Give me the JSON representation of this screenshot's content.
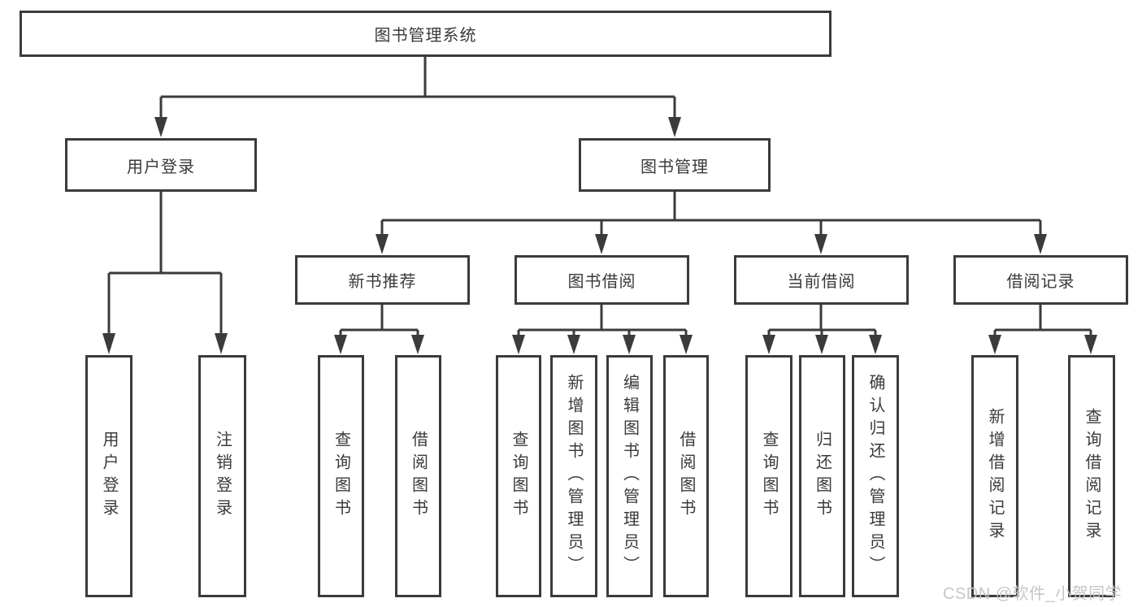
{
  "diagram": {
    "root": "图书管理系统",
    "branches": [
      {
        "label": "用户登录",
        "children": [
          "用户登录",
          "注销登录"
        ]
      },
      {
        "label": "图书管理",
        "groups": [
          {
            "label": "新书推荐",
            "children": [
              "查询图书",
              "借阅图书"
            ]
          },
          {
            "label": "图书借阅",
            "children": [
              "查询图书",
              "新增图书（管理员）",
              "编辑图书（管理员）",
              "借阅图书"
            ]
          },
          {
            "label": "当前借阅",
            "children": [
              "查询图书",
              "归还图书",
              "确认归还（管理员）"
            ]
          },
          {
            "label": "借阅记录",
            "children": [
              "新增借阅记录",
              "查询借阅记录"
            ]
          }
        ]
      }
    ]
  },
  "watermark": "CSDN @软件_小贺同学",
  "colors": {
    "line": "#3b3b3b",
    "text": "#3a3a3a",
    "watermark": "#c3c3c3",
    "background": "#ffffff"
  }
}
